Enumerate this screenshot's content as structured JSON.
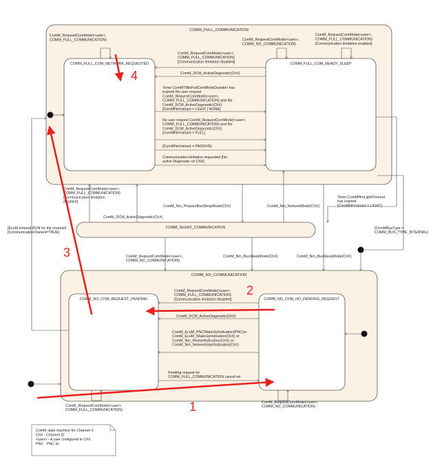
{
  "states": {
    "full": "COMM_FULL_COMMUNICATION",
    "full_network_requested": "COMM_FULL_COM_NETWORK_REQUESTED",
    "full_ready_sleep": "COMM_FULL_COM_READY_SLEEP",
    "silent": "COMM_SILENT_COMMUNICATION",
    "no": "COMM_NO_COMMUNICATION",
    "no_request_pending": "COMM_NO_COM_REQUEST_PENDING",
    "no_no_pending_request": "COMM_NO_COM_NO_PENDING_REQUEST"
  },
  "labels": {
    "full_self_left": [
      "ComM_RequestComMode(<user>,",
      "COMM_FULL_COMMUNICATION)"
    ],
    "full_self_mid": [
      "ComM_RequestComMode(<user>,",
      "COMM_NO_COMMUNICATION)"
    ],
    "full_self_right": [
      "ComM_RequestComMode(<user>,",
      "COMM_FULL_COMMUNICATION)",
      "[Communication limitation enabled]"
    ],
    "rs_to_nr_1": [
      "ComM_RequestComMode(<user>,",
      "COMM_FULL_COMMUNICATION)",
      "[Communication limitation disabled]"
    ],
    "rs_to_nr_2": [
      "ComM_DCM_ActiveDiagnostic(ChX)"
    ],
    "nr_to_rs_1": [
      "Timer ComMTMinFullComModeDuration has",
      "expired No user request",
      "ComM_RequestComMode(<user>,",
      "COMM_FULL_COMMUNICATION) and No",
      "ComM_DCM_ActiveDiagnostic(ChX)",
      "[ComMNmVariant = LIGHT | NONE]"
    ],
    "nr_to_rs_2": [
      "No user request ComM_RequestComMode(<user>,",
      "COMM_FULL_COMMUNICATION) and No",
      "ComM_DCM_ActiveDiagnostic(ChX)",
      "[ComMNmVariant = FULL]"
    ],
    "nr_to_rs_3": [
      "[ComMNmVariant = PASSIVE]"
    ],
    "nr_to_rs_4": [
      "Communication limitation requested [No",
      "active Diagnostic on ChX]"
    ],
    "silent_to_full_left": [
      "ComM_RequestComMode(<user>,",
      "COMM_FULL_COMMUNICATION)",
      "[Communication limitation",
      "disabled]"
    ],
    "silent_dcm": [
      "ComM_DCM_ActiveDiagnostic(ChX)"
    ],
    "prepare_bus_sleep": [
      "ComM_Nm_PrepareBusSleepMode(ChX)"
    ],
    "network_mode": [
      "ComM_Nm_NetworkMode(ChX)"
    ],
    "timer_light": [
      "Timer ComMNmLightTimeout",
      "has expired",
      "[ComMNmVariant = LIGHT]"
    ],
    "ecum_run": [
      "[EcuM entered RUN for the channel/",
      "[Communication/Variant=TRUE]"
    ],
    "bus_type_internal": [
      "[ComMBusType =",
      "COMM_BUS_TYPE_INTERNAL]"
    ],
    "silent_to_no_req": [
      "ComM_RequestComMode(<user>,",
      "COMM_NO_COMMUNICATION)"
    ],
    "bus_sleep_1": [
      "ComM_Nm_BusSleepMode(ChX)"
    ],
    "bus_sleep_2": [
      "ComM_Nm_BusSleepMode(ChX)"
    ],
    "no_pending_to_pending_1": [
      "ComM_RequestComMode(<user>,",
      "COMM_FULL_COMMUNICATION)",
      "[Communication limitation disabled]"
    ],
    "no_pending_to_pending_2": [
      "ComM_DCM_ActiveDiagnostic(ChX)"
    ],
    "no_pending_to_pending_3": [
      "ComM_EcuM_PNCWakeUpIndication(PNC)or",
      "ComM_EcuM_WakeUpIndication(ChX) or",
      "ComM_Nm_RestartIndication(ChX) or",
      "ComM_Nm_NetworkStartIndication(ChX)"
    ],
    "pending_to_no_pending": [
      "Pending request for",
      "COMM_FULL_COMMUNICATION cancel ed"
    ],
    "pending_self": [
      "ComM_RequestComMode(<user>,",
      "COMM_FULL_COMMUNICATION)"
    ],
    "no_pending_self": [
      "ComM_RequestComMode(<user>,",
      "COMM_NO_COMMUNICATION)"
    ]
  },
  "note": {
    "lines": [
      "ComM state machine for Channel X",
      "",
      "ChX - Channel ID",
      "<user> - A user configured to ChX",
      "",
      "PNC - PNC Id"
    ]
  },
  "annotations": {
    "n1": "1",
    "n2": "2",
    "n3": "3",
    "n4": "4",
    "color": "#e8231f"
  }
}
